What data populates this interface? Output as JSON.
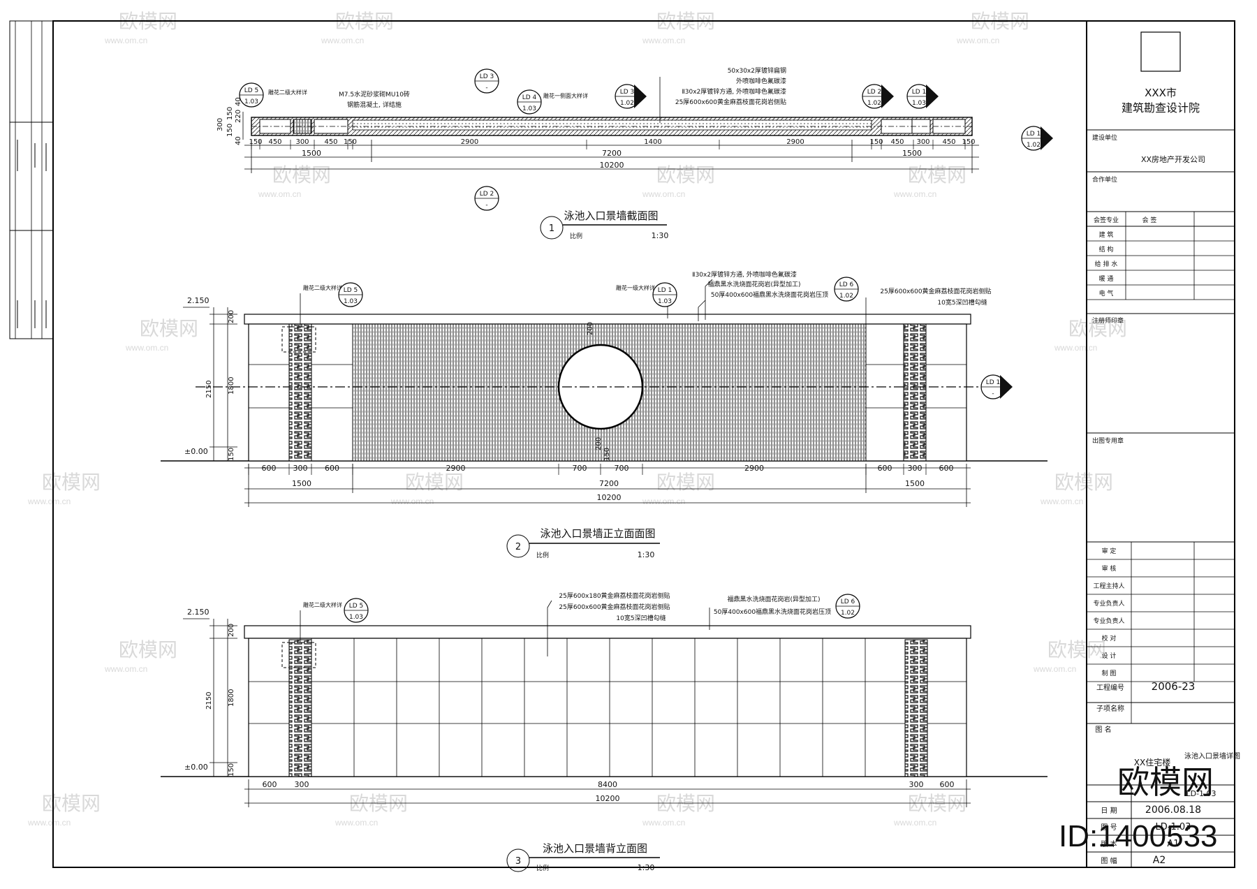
{
  "title_block": {
    "institute_line1": "XXX市",
    "institute_line2": "建筑勘查设计院",
    "client_label": "建设单位",
    "client_name": "XX房地产开发公司",
    "partner_label": "合作单位",
    "signoff_header": [
      "会签专业",
      "会 签"
    ],
    "signoff_rows": [
      "建 筑",
      "结 构",
      "给 排 水",
      "暖 通",
      "电 气"
    ],
    "reg_stamp_label": "注册师印章",
    "drawing_stamp_label": "出图专用章",
    "approval_rows": [
      "审 定",
      "审 核",
      "工程主持人",
      "专业负责人",
      "专业负责人",
      "校 对",
      "设 计",
      "制 图"
    ],
    "project_no_label": "工程编号",
    "project_no": "2006-23",
    "subproject_label": "子项名称",
    "drawing_name_label": "图 名",
    "project_name": "XX住宅楼",
    "drawing_name": "泳池入口景墙详图",
    "date_label": "日 期",
    "date_value": "2006.08.18",
    "scale_code": "LD-1.03",
    "sheet_no_label": "图 号",
    "sheet_no": "LD-1.03",
    "version_label": "版 本",
    "version_value": "A1",
    "size_label": "图 幅",
    "size_value": "A2"
  },
  "watermark": {
    "site": "www.om.cn",
    "brand": "欧模网",
    "big_brand": "欧模网",
    "id_text": "ID:1400533"
  },
  "plan": {
    "title": "泳池入口景墙截面图",
    "number": "1",
    "scale_label": "比例",
    "scale": "1:30",
    "top_dims": [
      "150",
      "450",
      "300",
      "450",
      "150",
      "2900",
      "1400",
      "2900",
      "150",
      "450",
      "300",
      "450",
      "150"
    ],
    "mid_dims": [
      "1500",
      "7200",
      "1500"
    ],
    "total_dim": "10200",
    "left_dims": [
      "300",
      "150",
      "150",
      "220",
      "40",
      "40"
    ],
    "notes": [
      "50x30x2厚镀锌扁钢",
      "外喷咖啡色氟碳漆",
      "Ⅱ30x2厚镀锌方通, 外喷咖啡色氟碳漆",
      "25厚600x600黄金麻荔枝面花岗岩侧贴"
    ],
    "note_brick": "M7.5水泥砂浆砌MU10砖",
    "note_concrete": "钢筋混凝土, 详结施",
    "note_left_detail": "雕花二级大样详",
    "note_mid_detail": "雕花一侧面大样详",
    "callouts": [
      {
        "top": "LD 5",
        "bottom": "1.03"
      },
      {
        "top": "LD 4",
        "bottom": "1.03"
      },
      {
        "top": "LD 3",
        "bottom": "1.02"
      },
      {
        "top": "LD 2",
        "bottom": "1.02"
      },
      {
        "top": "LD 1",
        "bottom": "1.03"
      },
      {
        "top": "LD 1",
        "bottom": "1.02"
      },
      {
        "top": "LD 3",
        "bottom": "-"
      },
      {
        "top": "LD 2",
        "bottom": "-"
      }
    ]
  },
  "front": {
    "title": "泳池入口景墙正立面面图",
    "number": "2",
    "scale_label": "比例",
    "scale": "1:30",
    "elev_top": "2.150",
    "elev_zero": "±0.00",
    "left_dims": [
      "200",
      "2150",
      "1800",
      "150"
    ],
    "top_dims": [
      "600",
      "300",
      "600",
      "2900",
      "700",
      "700",
      "2900",
      "600",
      "300",
      "600"
    ],
    "mid_dims": [
      "1500",
      "7200",
      "1500"
    ],
    "total_dim": "10200",
    "circle_dims": [
      "200",
      "200",
      "150"
    ],
    "notes": [
      "Ⅱ30x2厚镀锌方通, 外喷咖啡色氟碳漆",
      "福鼎黑水洗烧面花岗岩(异型加工)",
      "50厚400x600福鼎黑水洗烧面花岗岩压顶",
      "25厚600x600黄金麻荔枝面花岗岩侧贴",
      "10宽5深凹槽勾缝"
    ],
    "note_left_detail": "雕花二级大样详",
    "note_mid_detail": "雕花一级大样详",
    "callouts": [
      {
        "top": "LD 5",
        "bottom": "1.03"
      },
      {
        "top": "LD 1",
        "bottom": "1.03"
      },
      {
        "top": "LD 6",
        "bottom": "1.02"
      },
      {
        "top": "LD 1",
        "bottom": "-"
      }
    ]
  },
  "back": {
    "title": "泳池入口景墙背立面图",
    "number": "3",
    "scale_label": "比例",
    "scale": "1:30",
    "elev_top": "2.150",
    "elev_zero": "±0.00",
    "left_dims": [
      "200",
      "2150",
      "1800",
      "150"
    ],
    "bottom_dims": [
      "600",
      "300",
      "8400",
      "300",
      "600"
    ],
    "total_dim": "10200",
    "notes": [
      "25厚600x180黄金麻荔枝面花岗岩侧贴",
      "25厚600x600黄金麻荔枝面花岗岩侧贴",
      "10宽5深凹槽勾缝",
      "福鼎黑水洗烧面花岗岩(异型加工)",
      "50厚400x600福鼎黑水洗烧面花岗岩压顶"
    ],
    "note_left_detail": "雕花二级大样详",
    "callouts": [
      {
        "top": "LD 5",
        "bottom": "1.03"
      },
      {
        "top": "LD 6",
        "bottom": "1.02"
      }
    ]
  }
}
